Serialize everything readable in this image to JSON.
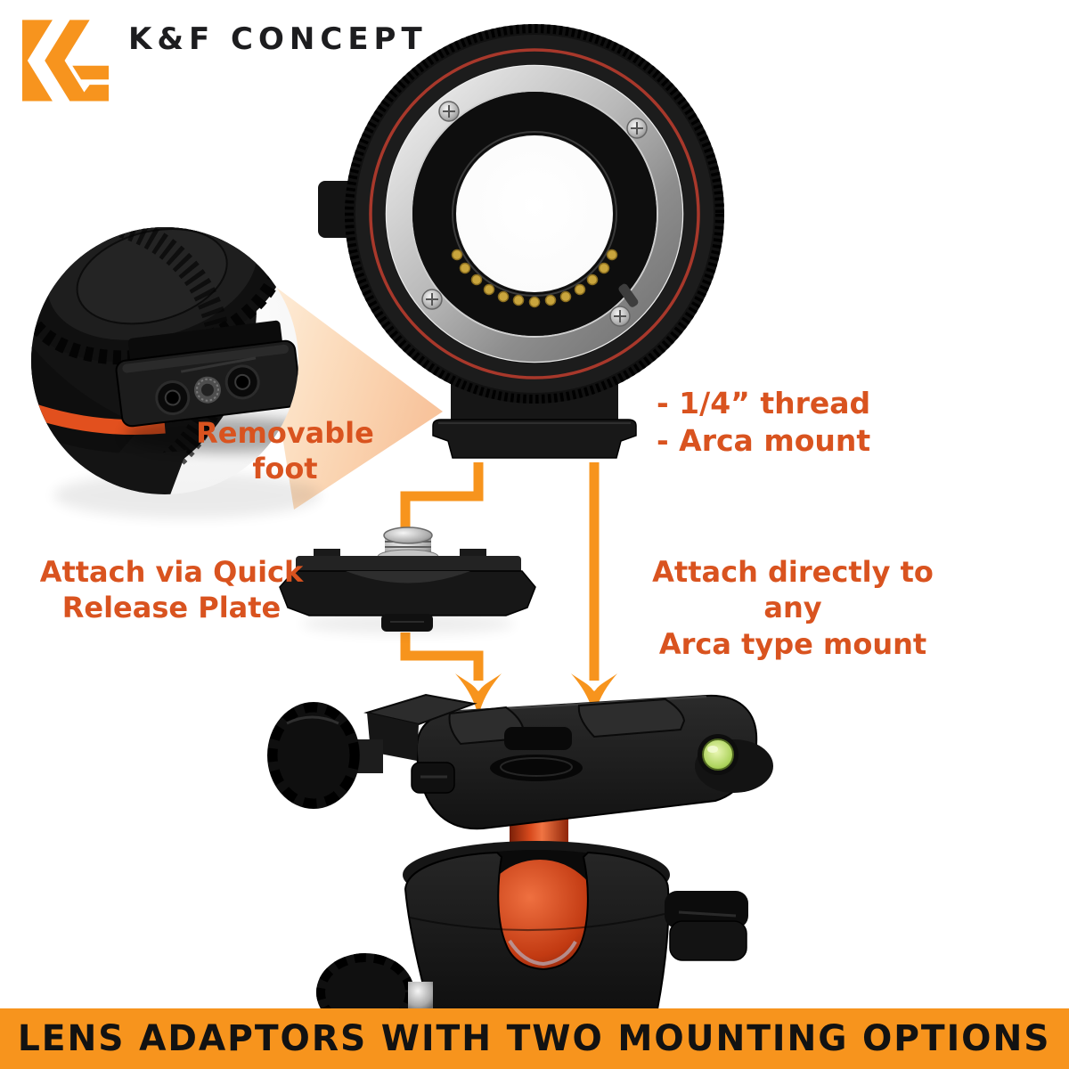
{
  "brand": {
    "name": "K&F CONCEPT",
    "logo_icon": "kf-logo-icon",
    "logo_color": "#f7941e"
  },
  "annotations": {
    "removable_foot": {
      "line1": "Removable",
      "line2": "foot"
    },
    "mount_features": {
      "line1": "- 1/4” thread",
      "line2": "- Arca mount"
    },
    "quick_release": {
      "line1": "Attach via Quick",
      "line2": "Release Plate"
    },
    "direct_mount": {
      "line1": "Attach directly to any",
      "line2": "Arca type mount"
    }
  },
  "banner": {
    "text": "LENS ADAPTORS WITH TWO MOUNTING OPTIONS"
  },
  "graphics": {
    "lens_adapter": "lens-adapter-rear-view",
    "inset_detail": "removable-foot-closeup",
    "quick_release_plate": "quick-release-plate",
    "ball_head": "tripod-ball-head",
    "arrows": "orange-flow-arrows"
  },
  "colors": {
    "accent_orange": "#f7941d",
    "label_orange": "#d9531f",
    "logo_orange": "#f7941e",
    "banner_bg": "#f7941d",
    "banner_text": "#121212",
    "ball_head_orange": "#c63d18",
    "adapter_red_ring": "#a8382b"
  }
}
